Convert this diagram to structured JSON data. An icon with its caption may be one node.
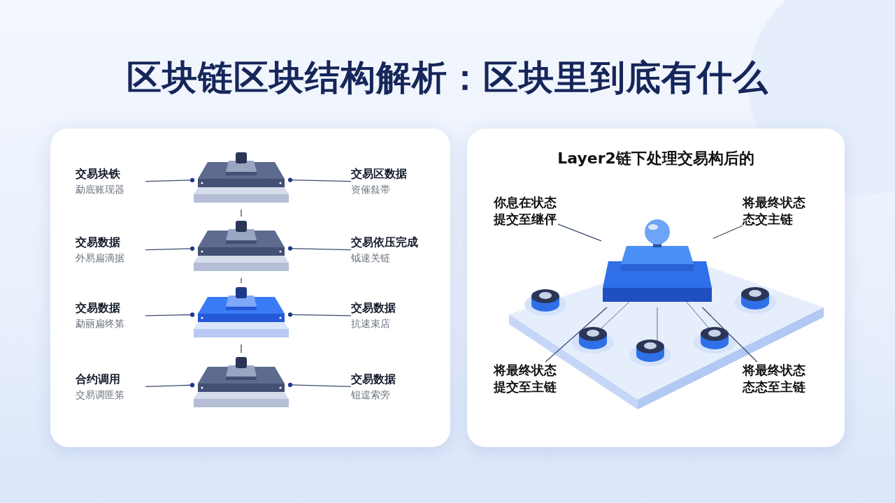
{
  "diagram": {
    "title": "区块链区块结构解析：区块里到底有什么",
    "nodes": [
      {
        "text": [],
        "shape": "box"
      },
      {
        "text": [
          "Layer2链下处理交易构后的"
        ]
      },
      {
        "text": [],
        "shape": "picture",
        "in": 0
      },
      {
        "text": [],
        "shape": "picture",
        "in": 0
      },
      {
        "text": [],
        "shape": "picture",
        "in": 0
      },
      {
        "text": [],
        "shape": "picture",
        "in": 0
      },
      {
        "text": [
          "交易块铁",
          "勐底账现器"
        ],
        "in": 0
      },
      {
        "text": [
          "交易区数据",
          "资催敍帯"
        ],
        "in": 0
      },
      {
        "text": [
          "交易数据",
          "外易扁滴据"
        ],
        "in": 0
      },
      {
        "text": [
          "交易依压完成",
          "钺速关链"
        ],
        "in": 0
      },
      {
        "text": [
          "交易数据",
          "勐丽扁终笫"
        ],
        "in": 0
      },
      {
        "text": [
          "交易数据",
          "抗速束店"
        ],
        "in": 0
      },
      {
        "text": [
          "合约调用",
          "交易调匪笫"
        ],
        "in": 0
      },
      {
        "text": [
          "交易数据",
          "钮遑索旁"
        ],
        "in": 0
      },
      {
        "text": [],
        "shape": "picture",
        "in": 1
      },
      {
        "text": [
          "你息在状态提交至继伻"
        ],
        "in": 1
      },
      {
        "text": [
          "将最终状态态交主链"
        ],
        "in": 1
      },
      {
        "text": [
          "将最终状态提交至主链"
        ],
        "in": 1
      },
      {
        "text": [
          "将最终状态态态至主链"
        ],
        "in": 1
      }
    ],
    "edges": [
      {
        "from": 2,
        "to": 3,
        "arrow": "none"
      },
      {
        "from": 3,
        "to": 4,
        "arrow": "none"
      },
      {
        "from": 4,
        "to": 5,
        "arrow": "none"
      },
      {
        "from": 6,
        "to": 2,
        "arrow": "other"
      },
      {
        "from": 7,
        "to": 2,
        "arrow": "other"
      },
      {
        "from": 8,
        "to": 3,
        "arrow": "other"
      },
      {
        "from": 9,
        "to": 3,
        "arrow": "other"
      },
      {
        "from": 10,
        "to": 4,
        "arrow": "other"
      },
      {
        "from": 11,
        "to": 4,
        "arrow": "other"
      },
      {
        "from": 12,
        "to": 5,
        "arrow": "other"
      },
      {
        "from": 13,
        "to": 5,
        "arrow": "other"
      },
      {
        "from": 15,
        "to": 14,
        "arrow": "none"
      },
      {
        "from": 16,
        "to": 14,
        "arrow": "none"
      },
      {
        "from": 17,
        "to": 14,
        "arrow": "none"
      },
      {
        "from": 18,
        "to": 14,
        "arrow": "none"
      }
    ]
  }
}
